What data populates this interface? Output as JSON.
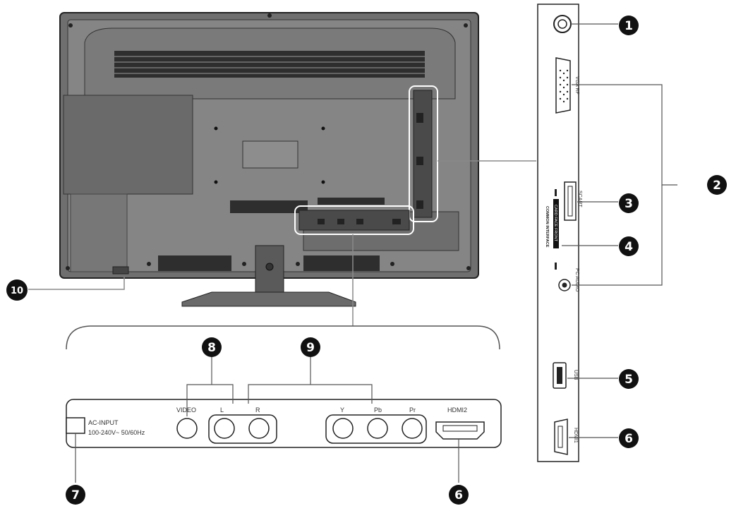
{
  "callouts": {
    "n1": "1",
    "n2": "2",
    "n3": "3",
    "n4": "4",
    "n5": "5",
    "n6a": "6",
    "n6b": "6",
    "n7": "7",
    "n8": "8",
    "n9": "9",
    "n10": "10"
  },
  "side_panel": {
    "vga_rf": "VGA RF",
    "scart": "SCART",
    "ci_title": "COMMON INTERFACE",
    "ci_slot": "CARD FACE FRONT",
    "pc_audio": "PC AUDIO",
    "usb": "USB",
    "hdmi1": "HDMI1"
  },
  "bottom_panel": {
    "ac_input": "AC-INPUT",
    "ac_rating": "100-240V~  50/60Hz",
    "video": "VIDEO",
    "l": "L",
    "r": "R",
    "y": "Y",
    "pb": "Pb",
    "pr": "Pr",
    "hdmi2": "HDMI2"
  },
  "colors": {
    "badge": "#111111",
    "tv_body": "#7d7d7d",
    "tv_dark": "#3a3a3a",
    "line": "#555555"
  }
}
